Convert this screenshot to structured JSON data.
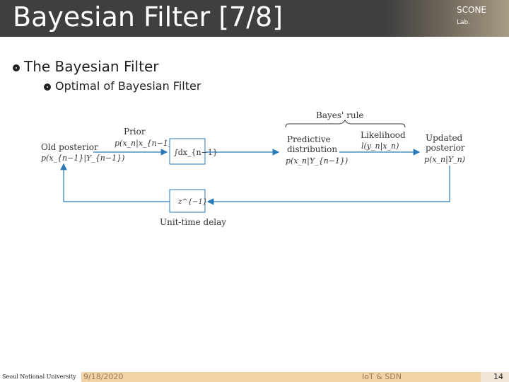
{
  "header": {
    "title": "Bayesian Filter [7/8]",
    "lab_name": "SCONE",
    "lab_suffix": "Lab."
  },
  "content": {
    "bullet1": "The Bayesian Filter",
    "bullet2": "Optimal of Bayesian Filter"
  },
  "diagram": {
    "bayes_rule": "Bayes' rule",
    "prior_label": "Prior",
    "prior_expr": "p(x_n|x_{n−1})",
    "old_posterior_label": "Old posterior",
    "old_posterior_expr": "p(x_{n−1}|Y_{n−1})",
    "integral_expr": "∫dx_{n−1}",
    "predictive_label_1": "Predictive",
    "predictive_label_2": "distribution",
    "predictive_expr": "p(x_n|Y_{n−1})",
    "likelihood_label": "Likelihood",
    "likelihood_expr": "l(y_n|x_n)",
    "updated_label_1": "Updated",
    "updated_label_2": "posterior",
    "updated_expr": "p(x_n|Y_n)",
    "delay_box": "z^{−1}",
    "delay_label": "Unit-time delay"
  },
  "footer": {
    "university": "Seoul National University",
    "date": "9/18/2020",
    "topic": "IoT & SDN",
    "page": "14"
  }
}
